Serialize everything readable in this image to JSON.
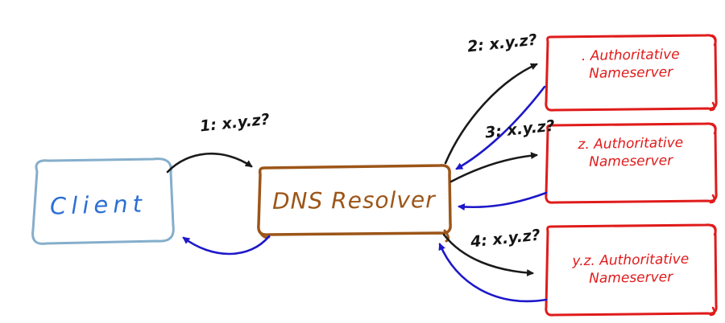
{
  "diagram": {
    "client": {
      "label": "Client"
    },
    "resolver": {
      "label": "DNS Resolver"
    },
    "nameservers": [
      {
        "name": "root-authoritative-nameserver",
        "line1": ". Authoritative",
        "line2": "Nameserver"
      },
      {
        "name": "z-authoritative-nameserver",
        "line1": "z. Authoritative",
        "line2": "Nameserver"
      },
      {
        "name": "yz-authoritative-nameserver",
        "line1": "y.z. Authoritative",
        "line2": "Nameserver"
      }
    ],
    "queries": [
      {
        "label": "1: x.y.z?"
      },
      {
        "label": "2: x.y.z?"
      },
      {
        "label": "3: x.y.z?"
      },
      {
        "label": "4: x.y.z?"
      }
    ],
    "colors": {
      "client_stroke": "#85aecb",
      "client_text": "#2b6fd4",
      "resolver_stroke": "#9c5518",
      "nameserver_stroke": "#e01b1b",
      "query_arrow": "#1a1a1a",
      "response_arrow": "#1d18c9",
      "background": "#ffffff"
    }
  }
}
